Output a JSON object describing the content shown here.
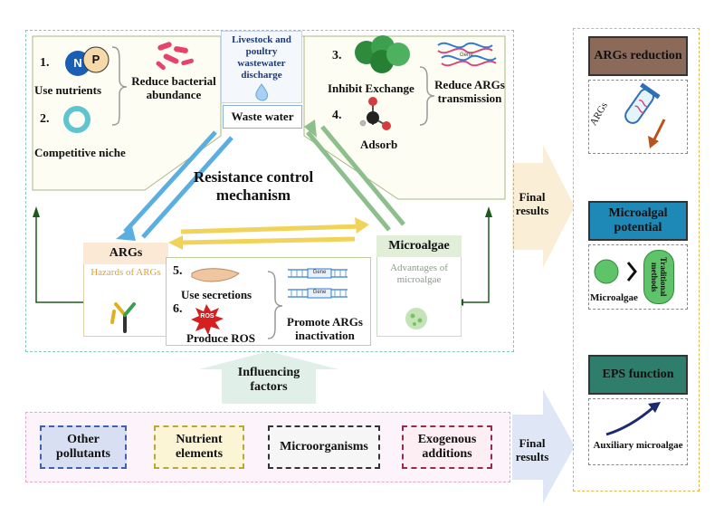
{
  "main": {
    "waste_water_source": "Livestock and poultry wastewater discharge",
    "waste_water_label": "Waste water",
    "center_title": "Resistance control mechanism",
    "args_node": {
      "title": "ARGs",
      "subtitle": "Hazards of ARGs"
    },
    "microalgae_node": {
      "title": "Microalgae",
      "subtitle": "Advantages of microalgae"
    },
    "left_panel": {
      "item1_number": "1.",
      "item1_label": "Use nutrients",
      "item2_number": "2.",
      "item2_label": "Competitive niche",
      "result": "Reduce bacterial abundance",
      "nutrient_letters": [
        "N",
        "P"
      ]
    },
    "right_panel": {
      "item3_number": "3.",
      "item3_label": "Inhibit Exchange",
      "item4_number": "4.",
      "item4_label": "Adsorb",
      "result": "Reduce ARGs transmission",
      "gene_label": "Gene"
    },
    "bottom_panel": {
      "item5_number": "5.",
      "item5_label": "Use secretions",
      "item6_number": "6.",
      "item6_label": "Produce ROS",
      "ros_label": "ROS",
      "result": "Promote ARGs inactivation",
      "gene_label": "Gene"
    }
  },
  "final_results_label_top": "Final results",
  "final_results_label_bottom": "Final results",
  "influencing": {
    "label": "Influencing factors",
    "factors": [
      "Other pollutants",
      "Nutrient elements",
      "Microorganisms",
      "Exogenous additions"
    ]
  },
  "results_panel": {
    "items": [
      {
        "title": "ARGs reduction",
        "caption": "ARGs"
      },
      {
        "title": "Microalgal potential",
        "caption": "Microalgae",
        "pill": "Traditional methods"
      },
      {
        "title": "EPS function",
        "caption": "Auxiliary microalgae"
      }
    ]
  },
  "colors": {
    "blue_arrow": "#5aaee0",
    "green_arrow": "#8dbf8d",
    "yellow_arrow": "#f2d35a",
    "args_header": "#8c6a5a",
    "microalgal_header": "#1e88b6",
    "eps_header": "#2f7d6b"
  }
}
